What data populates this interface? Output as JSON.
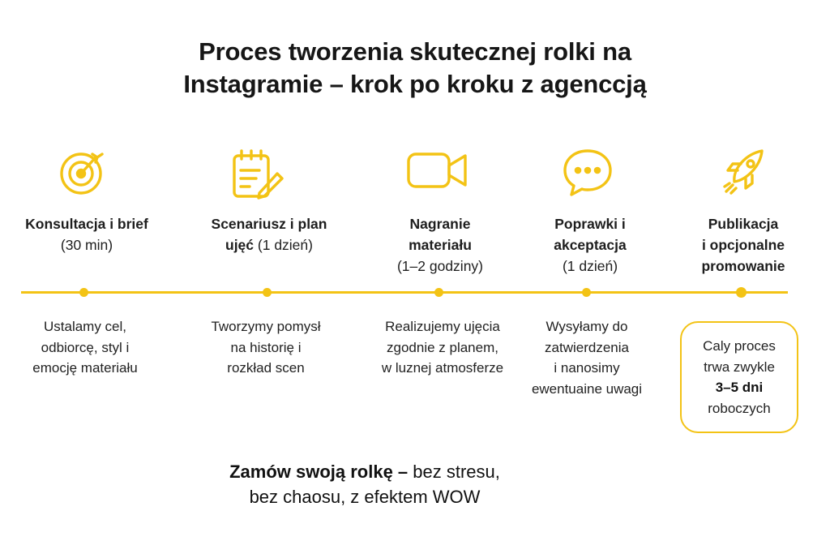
{
  "title": {
    "line1": "Proces tworzenia skutecznej rolki na",
    "line2": "Instagramie – krok po kroku z agenccją"
  },
  "icons": [
    "target-icon",
    "notepad-pencil-icon",
    "video-camera-icon",
    "chat-bubble-icon",
    "rocket-icon"
  ],
  "accent_color": "#f3c315",
  "steps": [
    {
      "label_bold": "Konsultacja i brief",
      "label_rest": "(30 min)",
      "description": [
        "Ustalamy cel,",
        "odbiorcę, styl i",
        "emocję materiału"
      ]
    },
    {
      "label_bold_1": "Scenariusz i plan",
      "label_bold_2": "ujęć",
      "label_rest": " (1 dzień)",
      "description": [
        "Tworzymy pomysł",
        "na historię i",
        "rozkład scen"
      ]
    },
    {
      "label_bold_1": "Nagranie",
      "label_bold_2": "materiału",
      "label_rest": "(1–2 godziny)",
      "description": [
        "Realizujemy ujęcia",
        "zgodnie z planem,",
        "w luznej atmosferze"
      ]
    },
    {
      "label_bold_1": "Poprawki i",
      "label_bold_2": "akceptacja",
      "label_rest": "(1 dzień)",
      "description": [
        "Wysyłamy do",
        "zatwierdzenia",
        "i nanosimy",
        "ewentuaine uwagi"
      ]
    },
    {
      "label_bold_1": "Publikacja",
      "label_bold_2": "i opcjonalne",
      "label_bold_3": "promowanie"
    }
  ],
  "callout": {
    "line1": "Caly proces",
    "line2": "trwa zwykle",
    "line3": "3–5 dni",
    "line4": "roboczych"
  },
  "footer": {
    "bold": "Zamów swoją rolkę –",
    "rest1": " bez stresu,",
    "line2": "bez chaosu, z efektem WOW"
  }
}
